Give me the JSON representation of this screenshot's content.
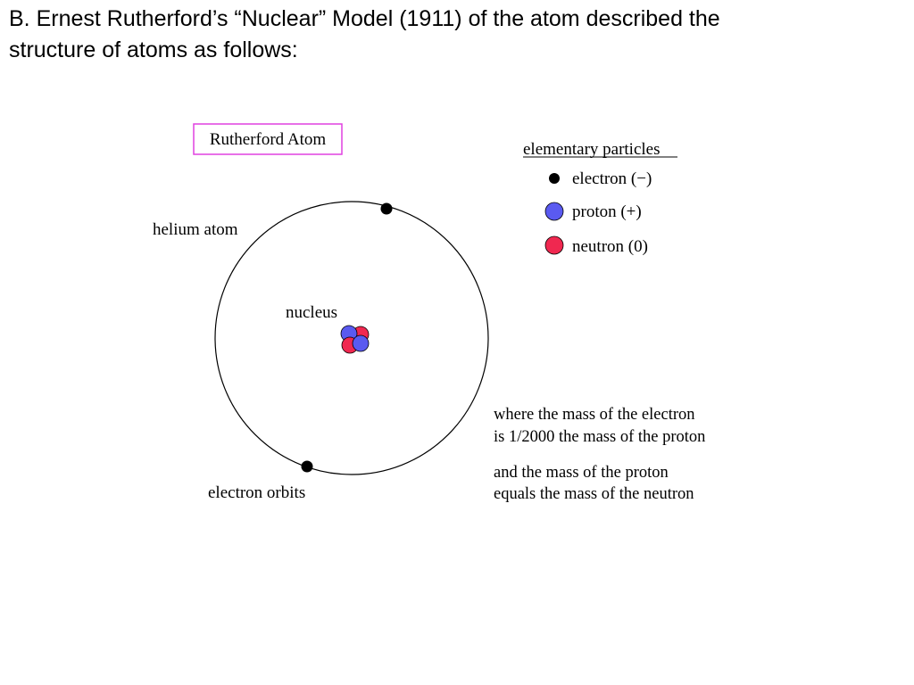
{
  "slide": {
    "title_line1": "B.  Ernest Rutherford’s “Nuclear” Model (1911) of the atom described the",
    "title_line2": "structure of atoms as follows:"
  },
  "diagram": {
    "heading": "Rutherford Atom",
    "helium_label": "helium atom",
    "nucleus_label": "nucleus",
    "orbits_label": "electron orbits",
    "legend": {
      "title": "elementary particles",
      "items": [
        {
          "label": "electron (−)",
          "color": "#000000"
        },
        {
          "label": "proton (+)",
          "color": "#5a5af0"
        },
        {
          "label": "neutron (0)",
          "color": "#f02850"
        }
      ]
    },
    "notes": [
      "where the mass of the electron",
      "is 1/2000 the mass of the proton",
      "and the mass of the proton",
      "equals the mass of the neutron"
    ],
    "colors": {
      "heading_border": "#e040e0",
      "orbit": "#000000",
      "electron": "#000000",
      "proton": "#5a5af0",
      "neutron": "#f02850"
    }
  }
}
